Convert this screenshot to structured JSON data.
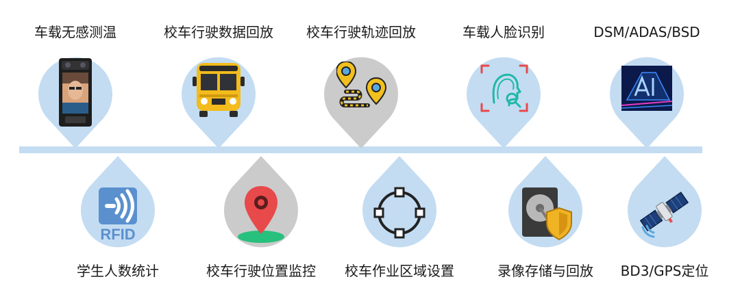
{
  "features_top": [
    {
      "label": "车载无感测温",
      "icon": "thermal-scanner-icon",
      "bg": "#c3dcf2"
    },
    {
      "label": "校车行驶数据回放",
      "icon": "school-bus-icon",
      "bg": "#c3dcf2"
    },
    {
      "label": "校车行驶轨迹回放",
      "icon": "route-pins-icon",
      "bg": "#cbcbcb"
    },
    {
      "label": "车载人脸识别",
      "icon": "face-scan-icon",
      "bg": "#c3dcf2"
    },
    {
      "label": "DSM/ADAS/BSD",
      "icon": "ai-chip-icon",
      "bg": "#c3dcf2"
    }
  ],
  "features_bottom": [
    {
      "label": "学生人数统计",
      "icon": "rfid-icon",
      "bg": "#c3dcf2",
      "badge": "RFID"
    },
    {
      "label": "校车行驶位置监控",
      "icon": "location-pin-icon",
      "bg": "#cbcbcb"
    },
    {
      "label": "校车作业区域设置",
      "icon": "geofence-circle-icon",
      "bg": "#c3dcf2"
    },
    {
      "label": "录像存储与回放",
      "icon": "hdd-shield-icon",
      "bg": "#c3dcf2"
    },
    {
      "label": "BD3/GPS定位",
      "icon": "satellite-icon",
      "bg": "#c3dcf2"
    }
  ],
  "colors": {
    "timeline": "#c3dcf2",
    "drop_blue": "#c3dcf2",
    "drop_gray": "#cbcbcb",
    "accent_yellow": "#f2c01e",
    "accent_red": "#e8494a",
    "accent_teal": "#1fb8a8"
  }
}
